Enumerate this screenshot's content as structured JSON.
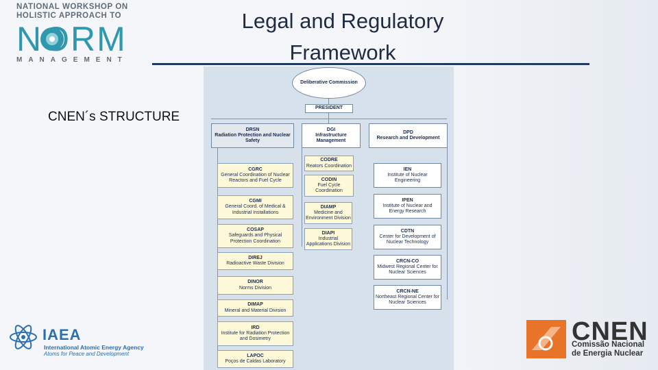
{
  "header": {
    "logo_line1": "NATIONAL WORKSHOP ON",
    "logo_line2": "HOLISTIC APPROACH TO",
    "logo_norm": "NORM",
    "logo_management": "MANAGEMENT",
    "title_line1": "Legal and Regulatory",
    "title_line2": "Framework"
  },
  "side_label": "CNEN´s STRUCTURE",
  "chart": {
    "top": {
      "name": "Deliberative Commission",
      "president": "PRESIDENT"
    },
    "directorates": [
      {
        "acronym": "DRSN",
        "name": "Radiation Protection and Nuclear Safety"
      },
      {
        "acronym": "DGI",
        "name": "Infrastructure Management"
      },
      {
        "acronym": "DPD",
        "name": "Research and Development"
      }
    ],
    "left_units": [
      {
        "acronym": "CGRC",
        "name": "General Coordination of Nuclear Reactors and Fuel Cycle"
      },
      {
        "acronym": "CGMI",
        "name": "General Coord. of Medical & Industrial Installations"
      },
      {
        "acronym": "COSAP",
        "name": "Safeguards and Physical Protection Coordination"
      },
      {
        "acronym": "DIREJ",
        "name": "Radioactive Waste Division"
      },
      {
        "acronym": "DINOR",
        "name": "Norms Division"
      },
      {
        "acronym": "DIMAP",
        "name": "Mineral and Material Division"
      },
      {
        "acronym": "IRD",
        "name": "Institute for Radiation Protection and Dosimetry"
      },
      {
        "acronym": "LAPOC",
        "name": "Poços de Caldas Laboratory"
      }
    ],
    "mid_units": [
      {
        "acronym": "CODRE",
        "name": "Reators Coordination"
      },
      {
        "acronym": "CODIN",
        "name": "Fuel Cycle Coordination"
      },
      {
        "acronym": "DIAMP",
        "name": "Medicine and Environment Division"
      },
      {
        "acronym": "DIAPI",
        "name": "Industrial Applications Division"
      }
    ],
    "right_units": [
      {
        "acronym": "IEN",
        "name": "Institute of Nuclear Engineering"
      },
      {
        "acronym": "IPEN",
        "name": "Institute of Nuclear and Energy Research"
      },
      {
        "acronym": "CDTN",
        "name": "Center for Development of Nuclear Technology"
      },
      {
        "acronym": "CRCN-CO",
        "name": "Midwest Regional Center for Nuclear Sciences"
      },
      {
        "acronym": "CRCN-NE",
        "name": "Northeast Regional Center for Nuclear Sciences"
      }
    ]
  },
  "footer": {
    "iaea_word": "IAEA",
    "iaea_sub1": "International Atomic Energy Agency",
    "iaea_sub2": "Atoms for Peace and Development",
    "cnen_word": "CNEN",
    "cnen_sub1": "Comissão Nacional",
    "cnen_sub2": "de Energia Nuclear"
  },
  "colors": {
    "title": "#1f2a44",
    "norm_teal": "#2f98ad",
    "cnen_orange": "#e8742a",
    "iaea_blue": "#2a6fb0"
  }
}
